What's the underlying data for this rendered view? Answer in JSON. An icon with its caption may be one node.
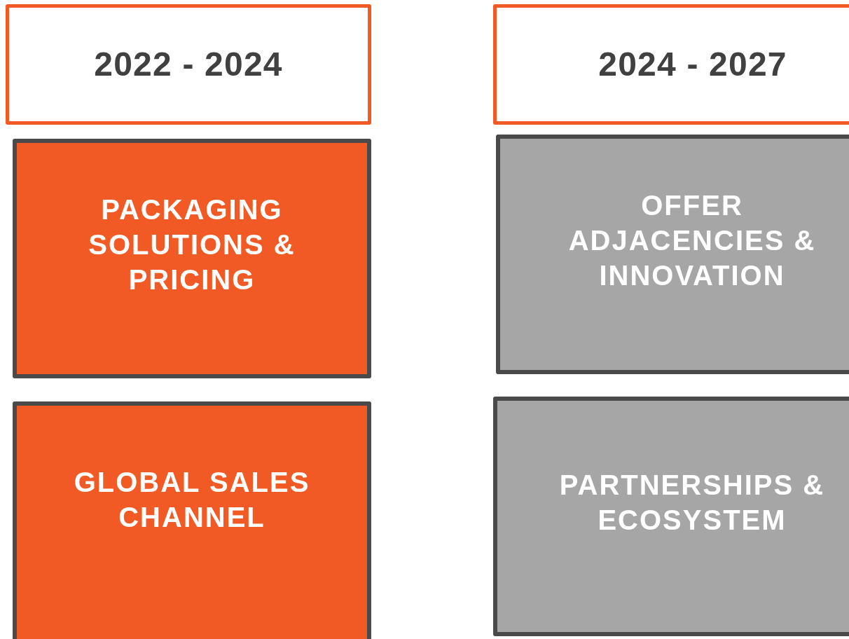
{
  "diagram": {
    "nodes": [
      {
        "text": [
          "2022 - 2024"
        ]
      },
      {
        "text": [
          "PACKAGING SOLUTIONS & PRICING"
        ]
      },
      {
        "text": [
          "GLOBAL SALES CHANNEL"
        ]
      },
      {
        "text": [
          "2024 - 2027"
        ]
      },
      {
        "text": [
          "OFFER ADJACENCIES & INNOVATION"
        ]
      },
      {
        "text": [
          "PARTNERSHIPS & ECOSYSTEM"
        ]
      }
    ]
  }
}
